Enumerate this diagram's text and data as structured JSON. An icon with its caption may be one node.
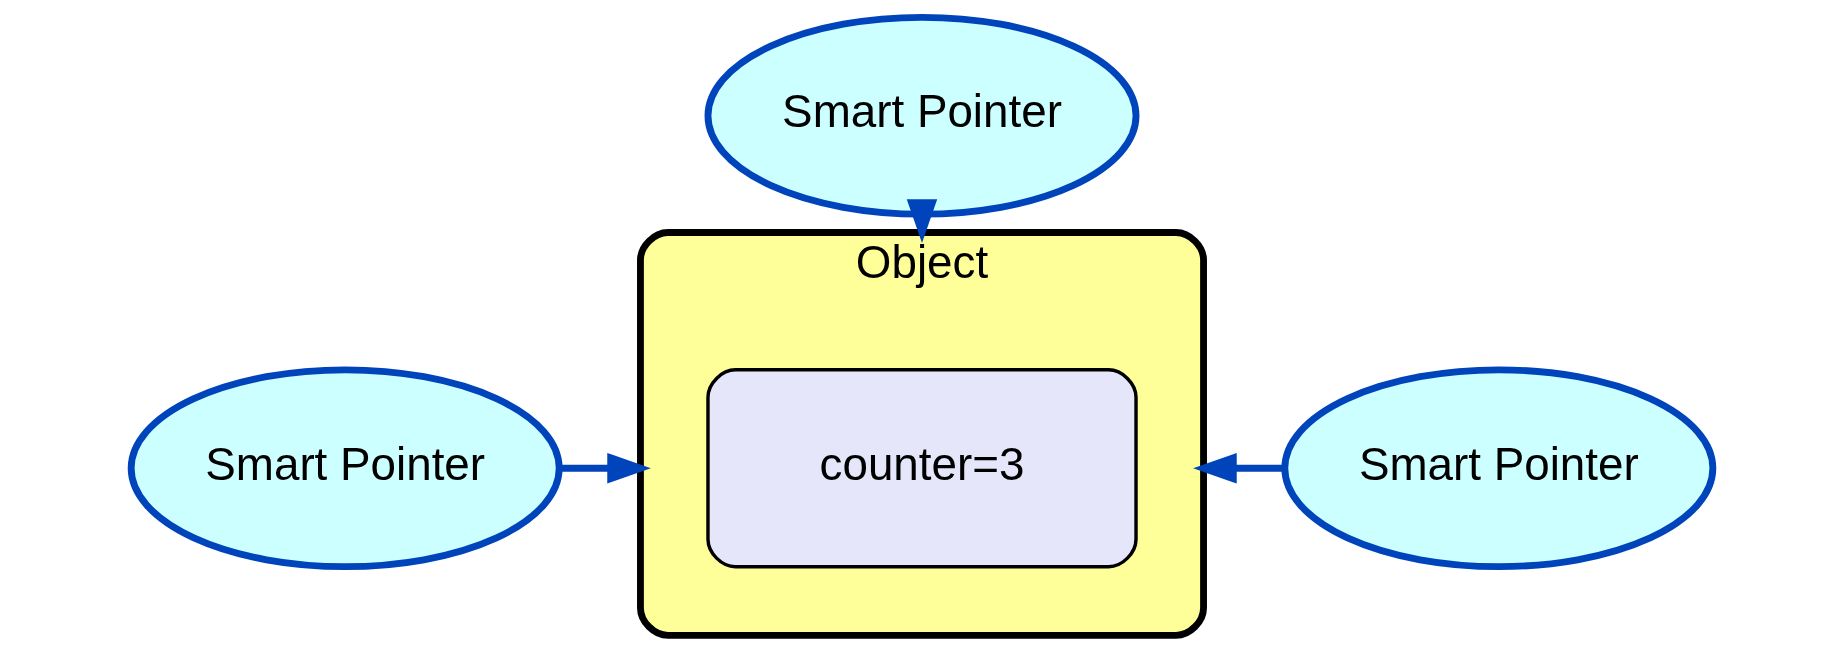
{
  "diagram": {
    "nodes": [
      {
        "text": [
          "Smart Pointer"
        ]
      },
      {
        "text": [
          "Smart Pointer"
        ]
      },
      {
        "text": [
          "Object"
        ]
      },
      {
        "text": [
          "counter=3"
        ],
        "in": 2
      },
      {
        "text": [
          "Smart Pointer"
        ]
      }
    ],
    "edges": [
      {
        "from": 0,
        "to": 2,
        "arrow": "to"
      },
      {
        "from": 1,
        "to": 2,
        "arrow": "to"
      },
      {
        "from": 4,
        "to": 2,
        "arrow": "to"
      }
    ]
  }
}
